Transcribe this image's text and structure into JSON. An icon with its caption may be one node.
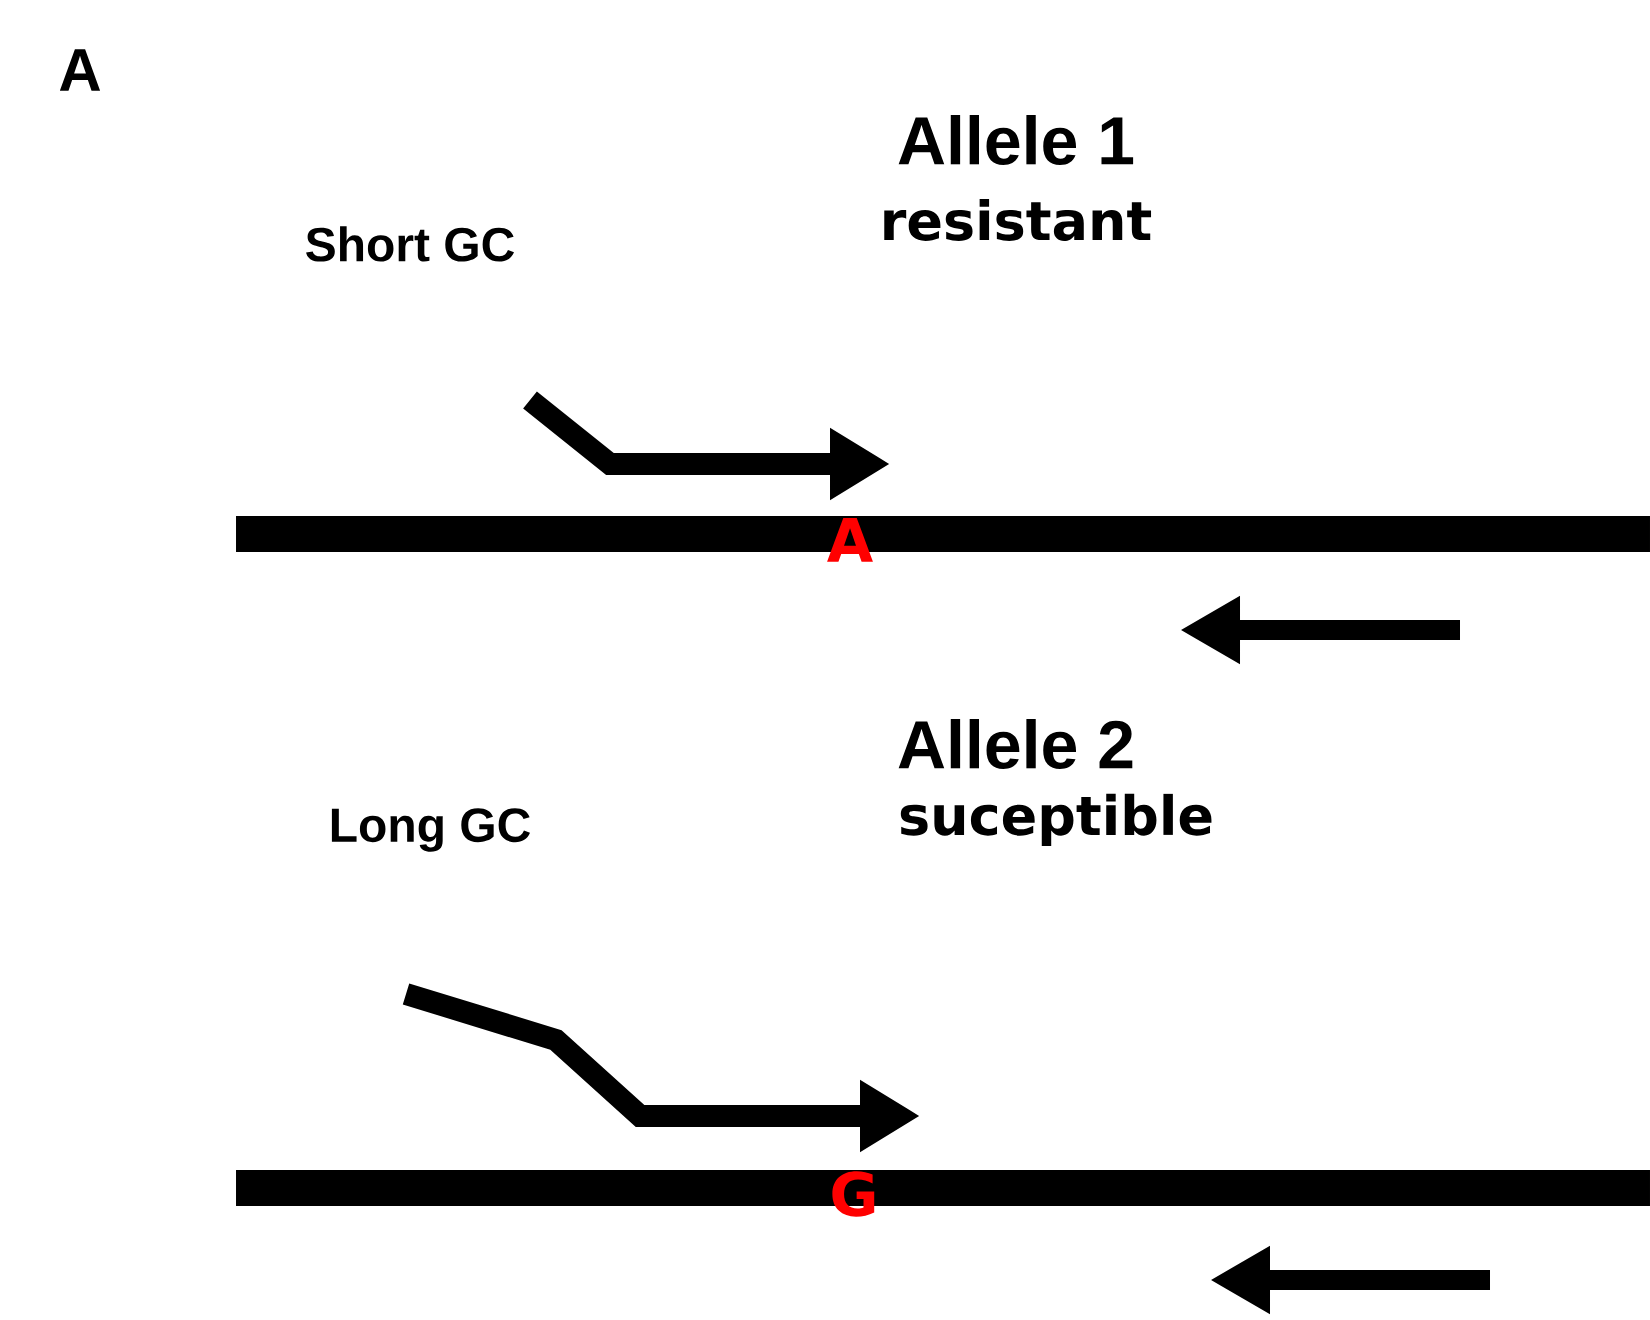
{
  "diagram": {
    "labels": [
      "A",
      "Allele 1",
      "resistant",
      "Short GC",
      "A",
      "Allele 2",
      "suceptible",
      "Long GC",
      "G"
    ]
  }
}
